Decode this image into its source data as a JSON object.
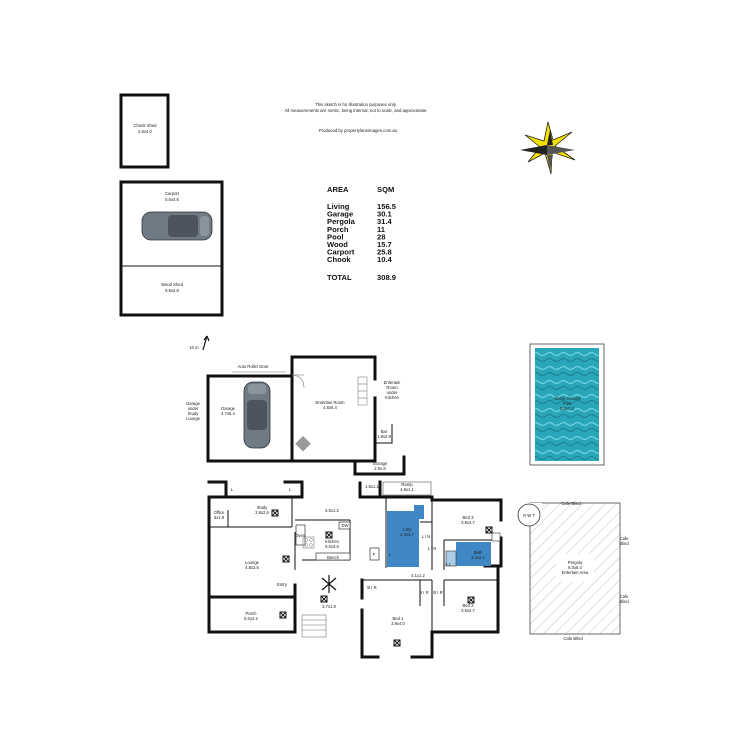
{
  "notes": {
    "line1": "This sketch is for illustration purposes only.",
    "line2": "All measurements are metric, being internal, not to scale, and approximate.",
    "producer": "Produced by propertylaneimages.com.au"
  },
  "area_table": {
    "header_area": "AREA",
    "header_sqm": "SQM",
    "rows": [
      {
        "name": "Living",
        "sqm": "156.5"
      },
      {
        "name": "Garage",
        "sqm": "30.1"
      },
      {
        "name": "Pergola",
        "sqm": "31.4"
      },
      {
        "name": "Porch",
        "sqm": "11"
      },
      {
        "name": "Pool",
        "sqm": "28"
      },
      {
        "name": "Wood",
        "sqm": "15.7"
      },
      {
        "name": "Carport",
        "sqm": "25.8"
      },
      {
        "name": "Chook",
        "sqm": "10.4"
      }
    ],
    "total_label": "TOTAL",
    "total_value": "308.9"
  },
  "outbuildings": {
    "chook_name": "Chook Shed",
    "chook_dim": "2.6x4.0",
    "carport_name": "Carport",
    "carport_dim": "5.6x4.6",
    "wood_name": "Wood Shed",
    "wood_dim": "5.6x2.8",
    "scale": "10 m"
  },
  "pool": {
    "line1": "Above Ground",
    "line2": "Pool",
    "dim": "5.6x7.2"
  },
  "garage": {
    "name": "Garage",
    "dim": "4.7x6.4",
    "door": "Auto Roller Door",
    "side1": "Garage",
    "side2": "under",
    "side3": "Study",
    "side4": "Lounge"
  },
  "entertain": {
    "name": "Entertain Room",
    "dim": "4.6x6.4",
    "side1": "Entertain",
    "side2": "Room",
    "side3": "under",
    "side4": "Kitchen",
    "bar_name": "Bar",
    "bar_dim": "1.8x2.8",
    "storage_name": "Storage",
    "storage_dim": "2.5x.8"
  },
  "house": {
    "ramp_name": "Ramp",
    "ramp_dim": "4.8x1.1",
    "hall1": "1.6x1.1",
    "hall2": "5.0x1.2",
    "hall3": "4.1x1.2",
    "hall4": "3.7x1.9",
    "hall5": "2.1",
    "office_name": "Office",
    "office_dim": "3x1.8",
    "study_name": "Study",
    "study_dim": "3.8x2.6",
    "kitchen_name": "Kitchen",
    "kitchen_dim": "5.0x3.6",
    "bench": "Bench",
    "dw": "DW",
    "oven": "Oven",
    "fridge": "F",
    "lounge_name": "Lounge",
    "lounge_dim": "4.8x3.6",
    "entry": "Entry",
    "porch_name": "Porch",
    "porch_dim": "5.0x2.2",
    "laundry_name": "L'dry",
    "laundry_dim": "2.4x3.7",
    "bed3_name": "Bed 3",
    "bed3_dim": "3.9x3.7",
    "bath_name": "Bath",
    "bath_dim": "3.4x2.1",
    "bed1_name": "Bed 1",
    "bed1_dim": "3.9x4.0",
    "bed2_name": "Bed 2",
    "bed2_dim": "3.9x2.7",
    "bir": "B I R",
    "lin": "L I N",
    "l": "L"
  },
  "pergola": {
    "name": "Pergola",
    "dim": "6.0x6.4",
    "sub": "Entertain Area",
    "rwt": "R W T",
    "cafe": "Cafe",
    "blind": "Blind",
    "cafe_blind": "Cafe Blind"
  }
}
